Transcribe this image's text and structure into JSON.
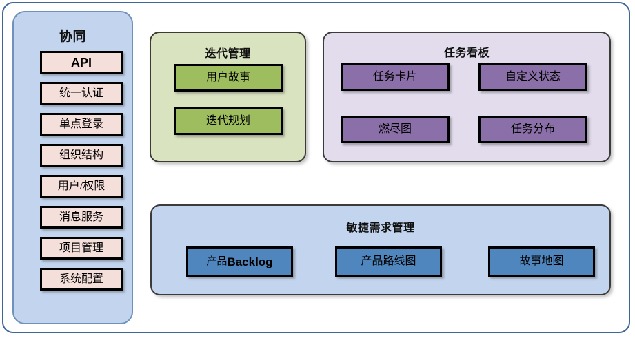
{
  "diagram": {
    "title_visible": false
  },
  "sidebar": {
    "title": "协同",
    "items": [
      {
        "label": "API",
        "style": "bold-sans"
      },
      {
        "label": "统一认证",
        "style": "serif"
      },
      {
        "label": "单点登录",
        "style": "serif"
      },
      {
        "label": "组织结构",
        "style": "serif"
      },
      {
        "label": "用户/权限",
        "style": "serif"
      },
      {
        "label": "消息服务",
        "style": "serif"
      },
      {
        "label": "项目管理",
        "style": "serif"
      },
      {
        "label": "系统配置",
        "style": "serif"
      }
    ]
  },
  "iteration": {
    "title": "迭代管理",
    "items": [
      {
        "label": "用户故事"
      },
      {
        "label": "迭代规划"
      }
    ]
  },
  "taskboard": {
    "title": "任务看板",
    "items": [
      {
        "label": "任务卡片"
      },
      {
        "label": "自定义状态"
      },
      {
        "label": "燃尽图"
      },
      {
        "label": "任务分布"
      }
    ]
  },
  "agile": {
    "title": "敏捷需求管理",
    "items": [
      {
        "label_cn": "产品",
        "label_en": "Backlog",
        "mixed": true
      },
      {
        "label": "产品路线图"
      },
      {
        "label": "故事地图"
      }
    ]
  },
  "colors": {
    "outer_border": "#3f6699",
    "sidebar_fill": "#c3d5ee",
    "sidebar_border": "#6f91bb",
    "sidebar_item_fill": "#f5dfdb",
    "iteration_fill": "#d9e3c0",
    "iteration_item_fill": "#9ebd5f",
    "taskboard_fill": "#e2dced",
    "taskboard_item_fill": "#8b6fa8",
    "agile_fill": "#c3d5ee",
    "agile_item_fill": "#5086be",
    "box_border": "#000000"
  }
}
